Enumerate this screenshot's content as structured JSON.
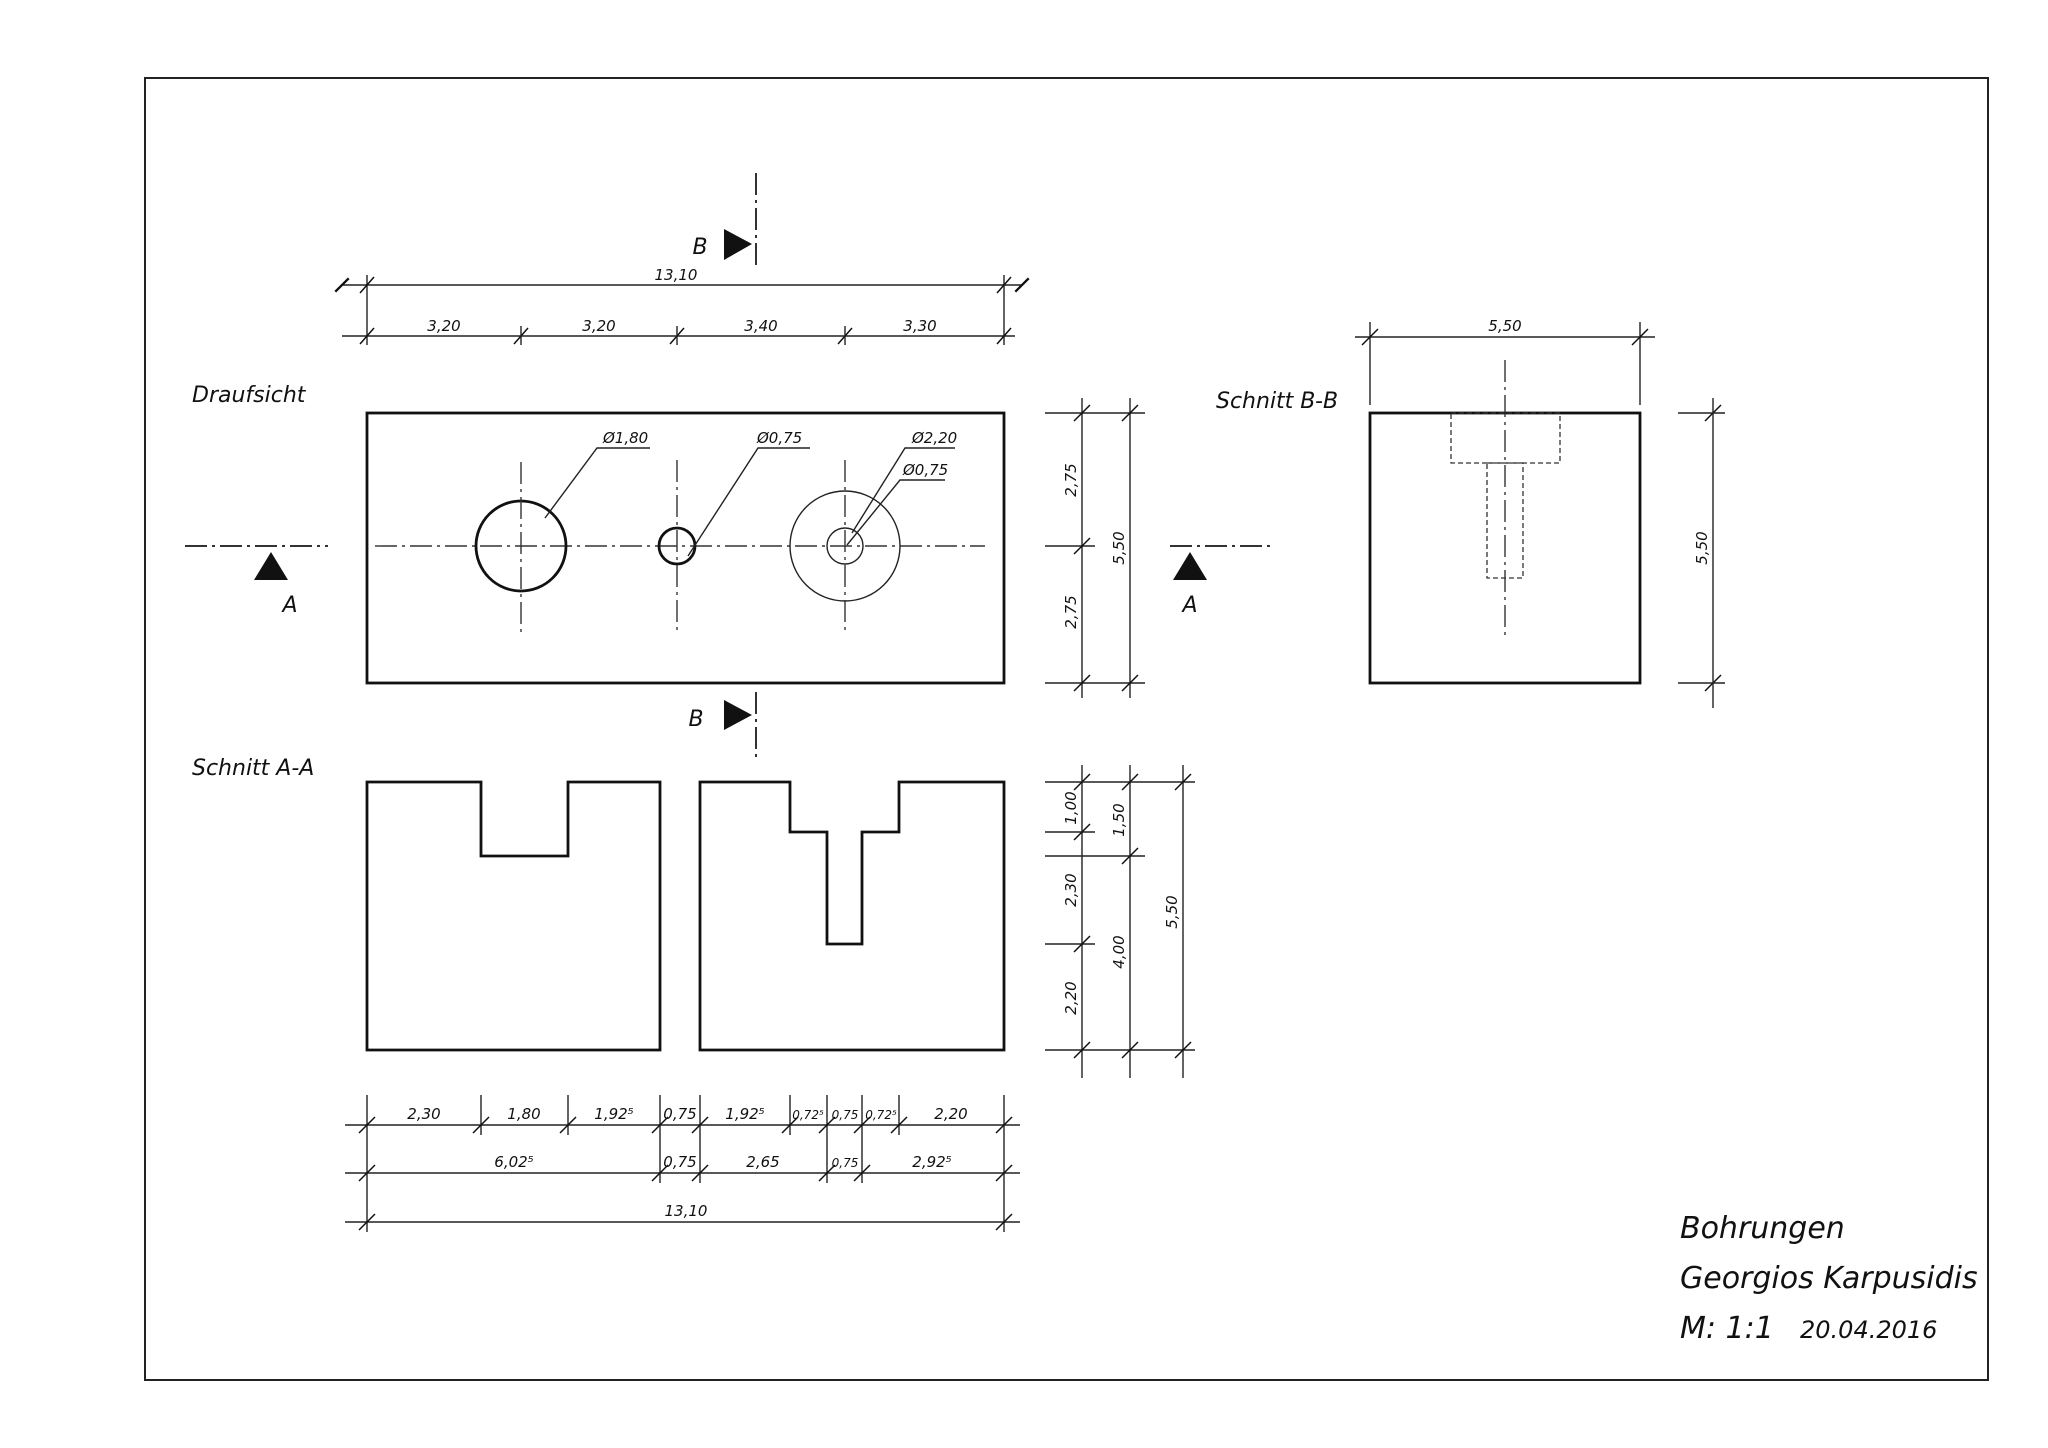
{
  "sheet": {
    "title": "Bohrungen",
    "author": "Georgios Karpusidis",
    "scale": "M: 1:1",
    "date": "20.04.2016"
  },
  "views": {
    "top": "Draufsicht",
    "section_aa": "Schnitt A-A",
    "section_bb": "Schnitt B-B"
  },
  "section_marks": {
    "a": "A",
    "b": "B"
  },
  "dims": {
    "top_total": "13,10",
    "top_seg1": "3,20",
    "top_seg2": "3,20",
    "top_seg3": "3,40",
    "top_seg4": "3,30",
    "hole1_dia": "Ø1,80",
    "hole2_dia": "Ø0,75",
    "hole3_outer_dia": "Ø2,20",
    "hole3_inner_dia": "Ø0,75",
    "right_upper": "2,75",
    "right_lower": "2,75",
    "right_total": "5,50",
    "bb_width": "5,50",
    "bb_height": "5,50",
    "aa_v1": "1,00",
    "aa_v2": "2,30",
    "aa_v3": "2,20",
    "aa_v4": "1,50",
    "aa_v5": "4,00",
    "aa_total": "5,50",
    "row1": [
      "2,30",
      "1,80",
      "1,92⁵",
      "0,75",
      "1,92⁵",
      "0,72⁵",
      "0,75",
      "0,72⁵",
      "2,20"
    ],
    "row2": [
      "6,02⁵",
      "0,75",
      "2,65",
      "0,75",
      "2,92⁵"
    ],
    "bottom_total": "13,10"
  }
}
